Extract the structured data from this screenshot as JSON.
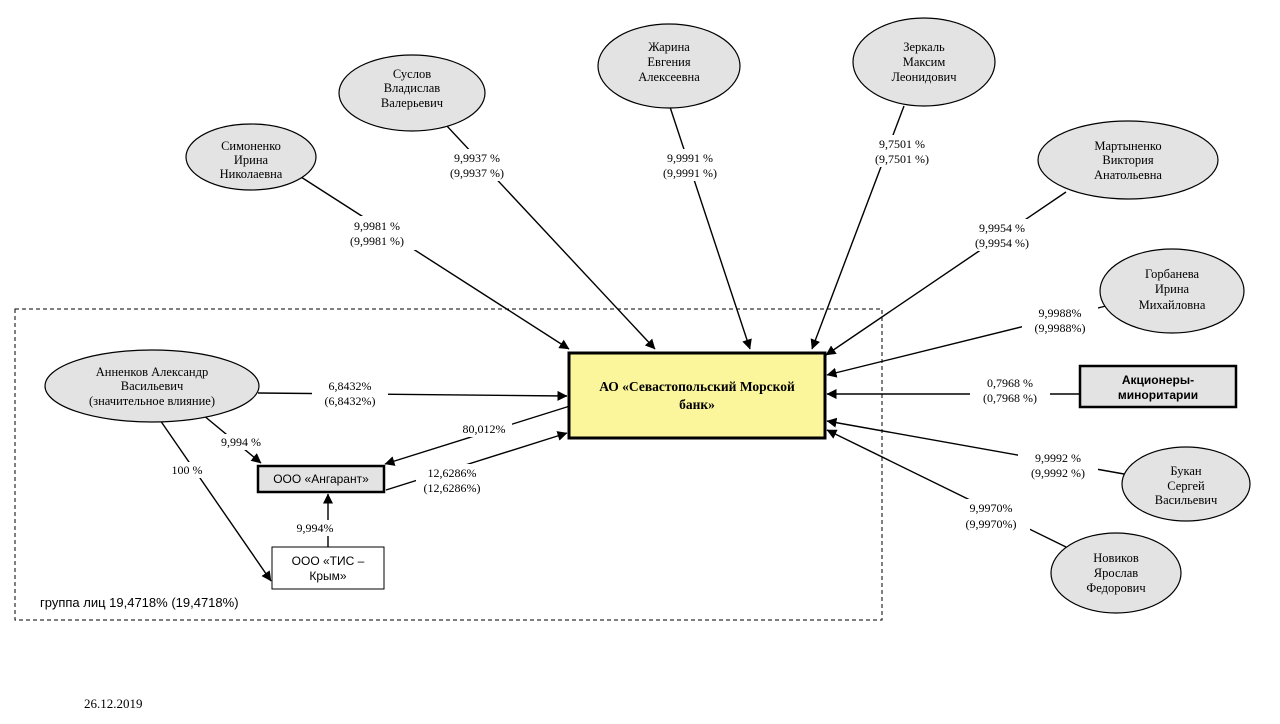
{
  "colors": {
    "ellipse_fill": "#e3e3e3",
    "bank_fill": "#fbf59c",
    "box_fill": "#e3e3e3",
    "highlight_text": "#2c35d6"
  },
  "bank": {
    "lines": [
      "АО «Севастопольский Морской",
      "банк»"
    ]
  },
  "group_label": "группа лиц 19,4718% (19,4718%)",
  "date": "26.12.2019",
  "persons": {
    "simonenko": {
      "lines": [
        "Симоненко",
        "Ирина",
        "Николаевна"
      ]
    },
    "suslov": {
      "lines": [
        "Суслов",
        "Владислав",
        "Валерьевич"
      ]
    },
    "zharina": {
      "lines": [
        "Жарина",
        "Евгения",
        "Алексеевна"
      ]
    },
    "zerkal": {
      "lines": [
        "Зеркаль",
        "Максим",
        "Леонидович"
      ]
    },
    "martynenko": {
      "lines": [
        "Мартыненко",
        "Виктория",
        "Анатольевна"
      ]
    },
    "gorbaneva": {
      "lines": [
        "Горбанева",
        "Ирина",
        "Михайловна"
      ]
    },
    "bukan": {
      "lines": [
        "Букан",
        "Сергей",
        "Васильевич"
      ]
    },
    "novikov": {
      "lines": [
        "Новиков",
        "Ярослав",
        "Федорович"
      ]
    },
    "annenkov": {
      "lines": [
        "Анненков Александр",
        "Васильевич",
        "(значительное влияние)"
      ]
    }
  },
  "boxes": {
    "minority": {
      "lines": [
        "Акционеры-",
        "миноритарии"
      ]
    },
    "angarant": {
      "lines": [
        "ООО «Ангарант»"
      ]
    },
    "tis": {
      "lines": [
        "ООО «ТИС –",
        "Крым»"
      ]
    }
  },
  "edge_labels": {
    "simonenko": [
      "9,9981 %",
      "(9,9981 %)"
    ],
    "suslov": [
      "9,9937 %",
      "(9,9937 %)"
    ],
    "zharina": [
      "9,9991 %",
      "(9,9991 %)"
    ],
    "zerkal": [
      "9,7501 %",
      "(9,7501 %)"
    ],
    "martynenko": [
      "9,9954 %",
      "(9,9954 %)"
    ],
    "gorbaneva": [
      "9,9988%",
      "(9,9988%)"
    ],
    "minority": [
      "0,7968 %",
      "(0,7968 %)"
    ],
    "bukan": [
      "9,9992 %",
      "(9,9992 %)"
    ],
    "novikov": [
      "9,9970%",
      "(9,9970%)"
    ],
    "annenkov_bank": [
      "6,8432%",
      "(6,8432%)"
    ],
    "bank_angarant": [
      "80,012%"
    ],
    "angarant_bank": [
      "12,6286%",
      "(12,6286%)"
    ],
    "annenkov_angarant": [
      "9,994 %"
    ],
    "annenkov_tis": [
      "100 %"
    ],
    "tis_angarant": [
      "9,994%"
    ]
  }
}
